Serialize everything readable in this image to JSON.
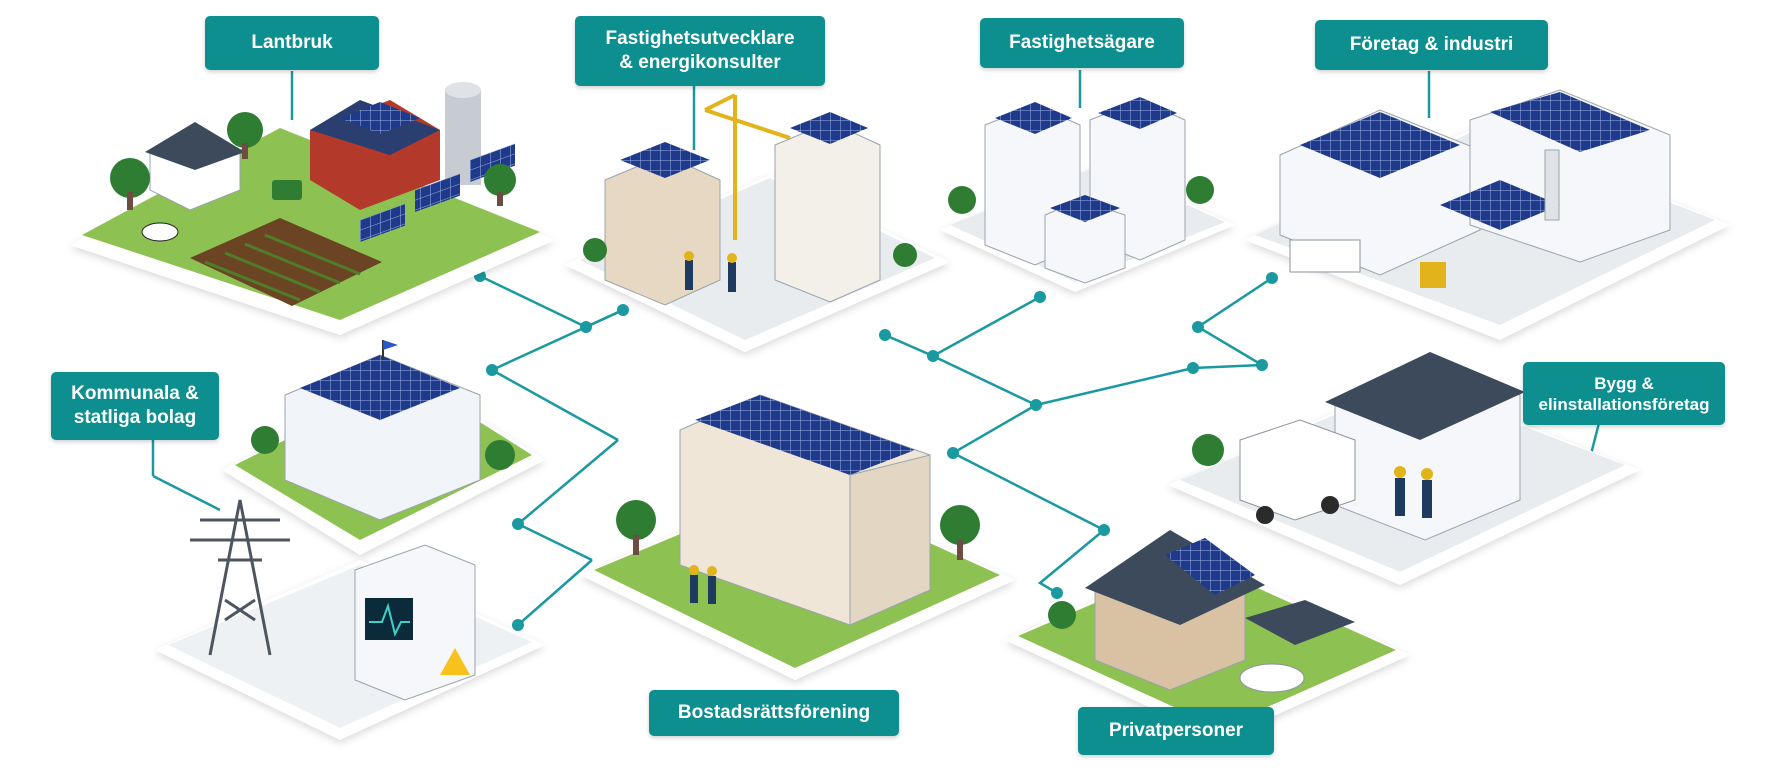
{
  "colors": {
    "label_bg": "#0e8f8f",
    "label_text": "#ffffff",
    "connector": "#1a9aa0",
    "solar_panel": "#1f3a8a",
    "grass": "#7cb342",
    "platform": "#eef1f4"
  },
  "labels": {
    "lantbruk": "Lantbruk",
    "fastighetsutvecklare_line1": "Fastighetsutvecklare",
    "fastighetsutvecklare_line2": "& energikonsulter",
    "fastighetsagare": "Fastighetsägare",
    "foretag": "Företag & industri",
    "kommunala_line1": "Kommunala &",
    "kommunala_line2": "statliga bolag",
    "bygg_line1": "Bygg &",
    "bygg_line2": "elinstallationsföretag",
    "bostadsratt": "Bostadsrättsförening",
    "privatpersoner": "Privatpersoner"
  },
  "icons": {
    "farm": "barn-silo-icon",
    "construction": "crane-icon",
    "offices": "office-buildings-icon",
    "factory": "factory-icon",
    "municipal": "city-hall-icon",
    "grid": "power-pylon-icon",
    "battery": "energy-storage-icon",
    "installer": "garage-van-icon",
    "apartment": "apartment-building-icon",
    "house": "house-carport-icon"
  }
}
